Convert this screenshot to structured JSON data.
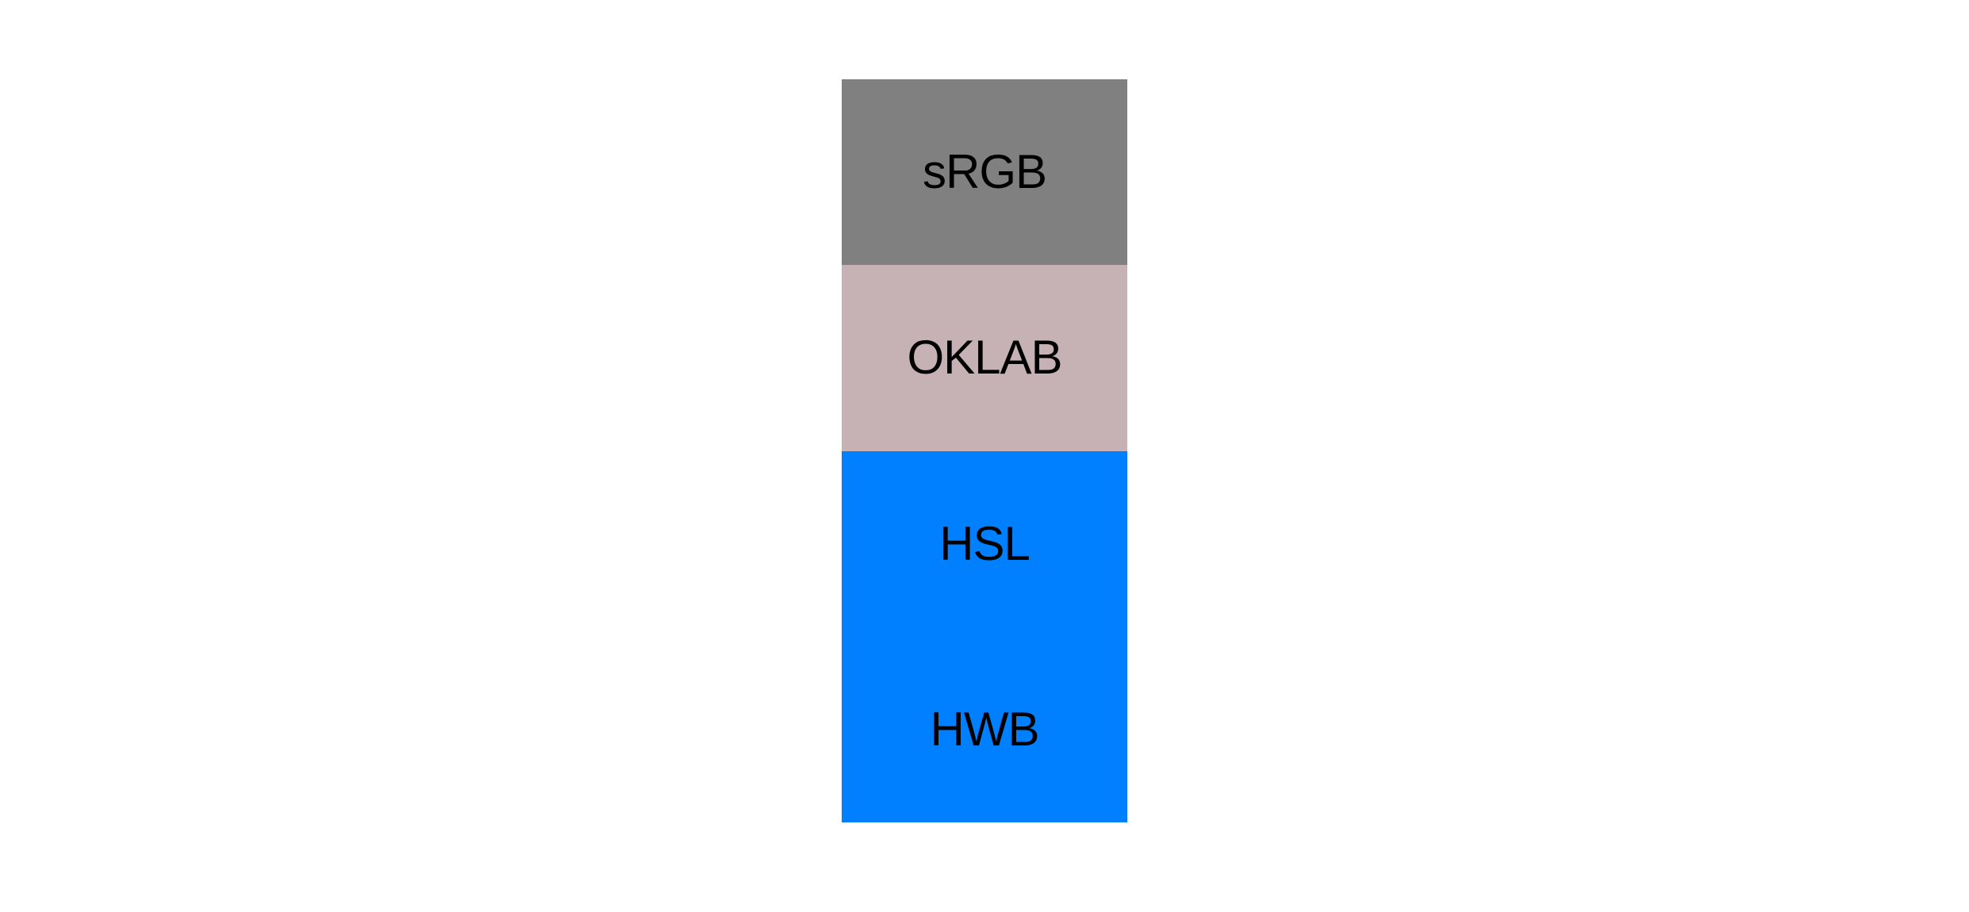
{
  "page": {
    "background": "#ffffff"
  },
  "color_space_comparison": {
    "text_color": "#000000",
    "rows": [
      {
        "label": "sRGB",
        "color": "#808080"
      },
      {
        "label": "OKLAB",
        "color": "#C6B2B4"
      },
      {
        "label": "HSL",
        "color": "#0080FF"
      },
      {
        "label": "HWB",
        "color": "#0080FF"
      }
    ]
  }
}
